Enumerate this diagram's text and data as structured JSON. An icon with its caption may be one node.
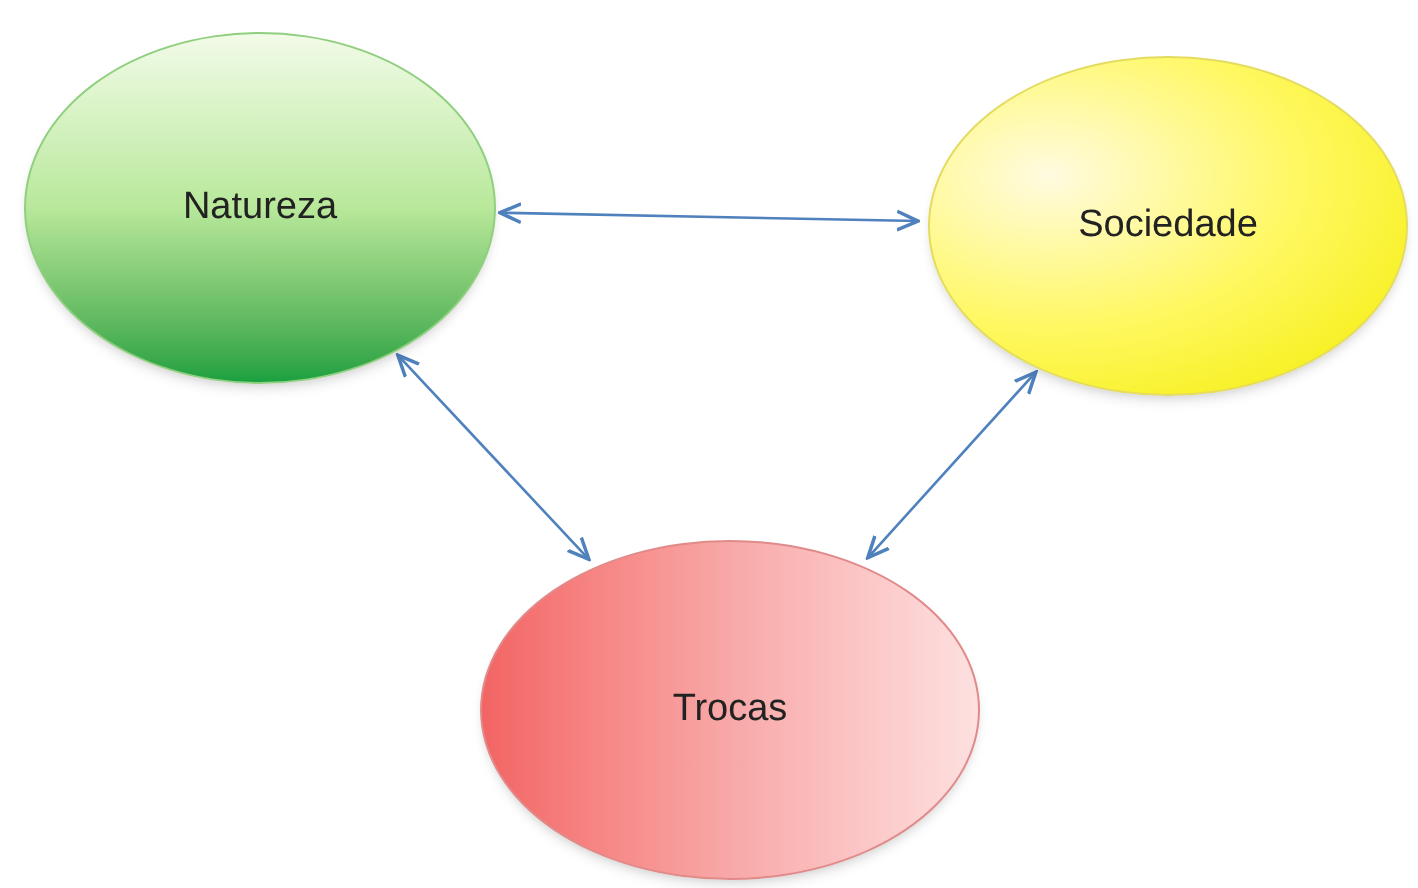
{
  "diagram": {
    "nodes": [
      {
        "text": [
          "Natureza"
        ]
      },
      {
        "text": [
          "Sociedade"
        ]
      },
      {
        "text": [
          "Trocas"
        ]
      }
    ],
    "edges": [
      {
        "from": 0,
        "to": 1,
        "arrow": "both"
      },
      {
        "from": 0,
        "to": 2,
        "arrow": "both"
      },
      {
        "from": 1,
        "to": 2,
        "arrow": "both"
      }
    ]
  }
}
